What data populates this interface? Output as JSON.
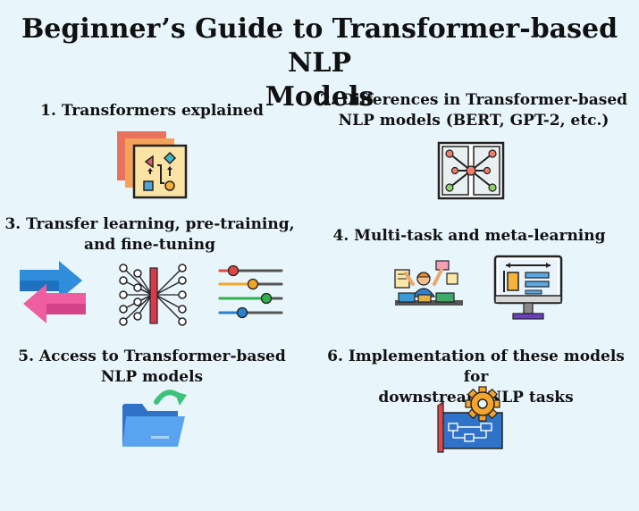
{
  "title_line1": "Beginner’s Guide to Transformer-based NLP",
  "title_line2": "Models",
  "sections": [
    {
      "lines": [
        "1. Transformers explained"
      ]
    },
    {
      "lines": [
        "2. Differences in Transformer-based",
        "NLP models (BERT, GPT-2, etc.)"
      ]
    },
    {
      "lines": [
        "3. Transfer learning, pre-training,",
        "and fine-tuning"
      ]
    },
    {
      "lines": [
        "4. Multi-task and meta-learning"
      ]
    },
    {
      "lines": [
        "5. Access to Transformer-based",
        "NLP models"
      ]
    },
    {
      "lines": [
        "6. Implementation of these models for",
        "downstream NLP tasks"
      ]
    }
  ],
  "icons": [
    "stacked-cards-flowchart-icon",
    "network-blueprint-icon",
    "swap-arrows-icon",
    "neural-network-icon",
    "sliders-icon",
    "multitasking-person-icon",
    "monitor-dashboard-icon",
    "folder-sync-icon",
    "blueprint-gear-icon"
  ]
}
